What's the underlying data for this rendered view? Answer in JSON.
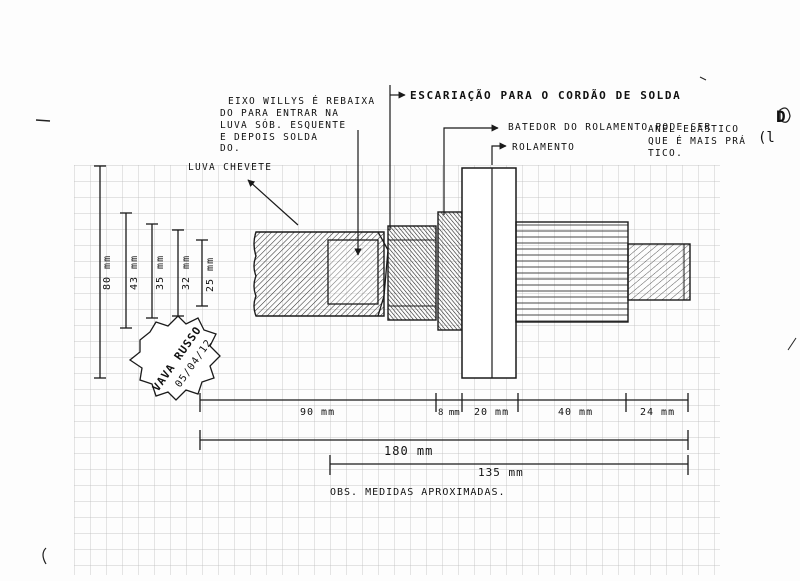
{
  "colors": {
    "ink": "#1a1a1a",
    "grid": "#b8b8b8",
    "paper": "#fdfdfd",
    "hatch": "#333333"
  },
  "notes": {
    "eixo": [
      "EIXO WILLYS É REBAIXA",
      "DO PARA ENTRAR NA",
      "LUVA SÓB. ESQUENTE",
      "E DEPOIS SOLDA",
      "DO."
    ],
    "escariacao": "ESCARIAÇÃO PARA O CORDÃO DE SOLDA",
    "batedor": "BATEDOR DO ROLAMENTO PODE SER",
    "anel": [
      "ANEL ELÁSTICO",
      "QUE É MAIS PRÁ",
      "TICO."
    ],
    "rolamento": "ROLAMENTO",
    "luva": "LUVA CHEVETE",
    "obs": "OBS. MEDIDAS APROXIMADAS.",
    "corner_mark": "D",
    "side_mark": "(l"
  },
  "stamp": {
    "line1": "VAVA RUSSO",
    "line2": "05/04/12"
  },
  "vertical_dims": [
    "80 mm",
    "43 mm",
    "35 mm",
    "32 mm",
    "25 mm"
  ],
  "horizontal_dims": {
    "seg_90": "90 mm",
    "seg_8": "8 mm",
    "seg_20": "20 mm",
    "seg_40": "40 mm",
    "seg_24": "24 mm",
    "total": "180 mm",
    "sub_total": "135 mm"
  }
}
